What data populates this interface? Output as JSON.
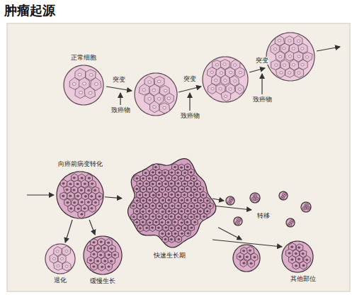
{
  "diagram": {
    "title": "肿瘤起源",
    "nodes": [
      {
        "text": [
          "正常细胞"
        ]
      },
      {
        "text": [
          "向癌前病变转化"
        ]
      },
      {
        "text": [
          "退化"
        ]
      },
      {
        "text": [
          "缓慢生长"
        ]
      },
      {
        "text": [
          "快速生长期"
        ]
      },
      {
        "text": [
          "其他部位"
        ]
      }
    ],
    "edges": [
      {
        "from": 1,
        "to": 4,
        "arrow": "to"
      },
      {
        "from": 1,
        "to": 2,
        "arrow": "to"
      },
      {
        "from": 1,
        "to": 3,
        "arrow": "to"
      },
      {
        "from": 4,
        "to": 5,
        "arrow": "to"
      }
    ],
    "labels": [
      "突变",
      "致癌物",
      "突变",
      "致癌物",
      "突变",
      "致癌物",
      "转移"
    ]
  }
}
